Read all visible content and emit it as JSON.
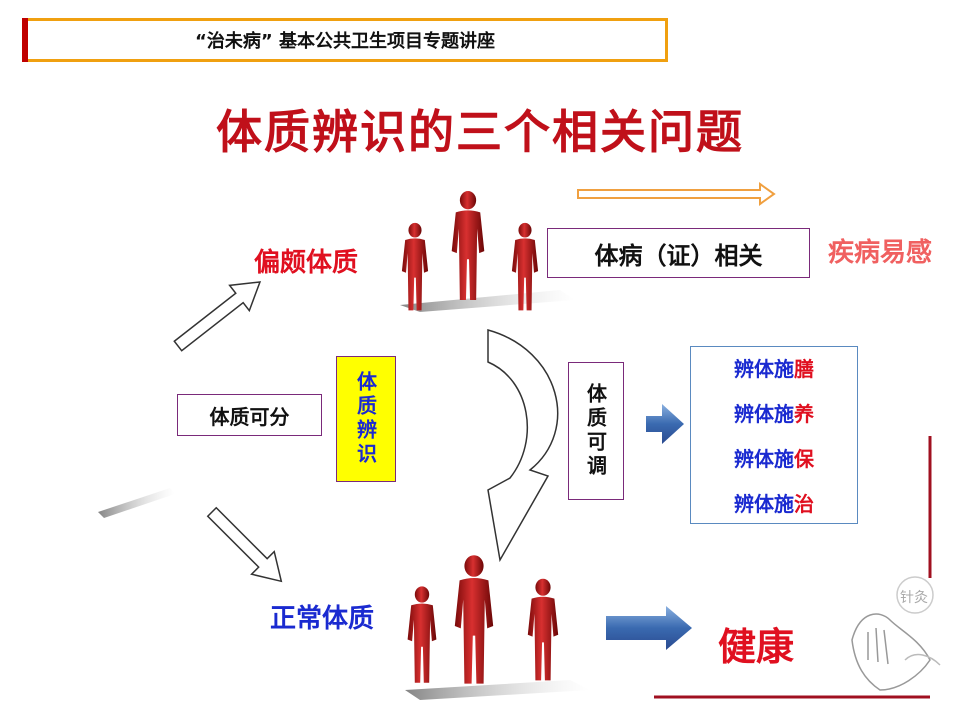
{
  "header": {
    "text": "“治未病” 基本公共卫生项目专题讲座"
  },
  "title": "体质辨识的三个相关问题",
  "labels": {
    "biased": "偏颇体质",
    "normal": "正常体质",
    "divisible": "体质可分",
    "identify": "体质辨识",
    "adjustable": "体质可调",
    "disease_related": "体病（证）相关",
    "susceptible": "疾病易感",
    "health": "健康"
  },
  "methods": [
    {
      "prefix": "辨体施",
      "suffix": "膳"
    },
    {
      "prefix": "辨体施",
      "suffix": "养"
    },
    {
      "prefix": "辨体施",
      "suffix": "保"
    },
    {
      "prefix": "辨体施",
      "suffix": "治"
    }
  ],
  "colors": {
    "title": "#c0101a",
    "red_text": "#e01020",
    "blue_text": "#1a2ad0",
    "header_border": "#f0a010",
    "identify_bg": "#ffff00",
    "figure": "#b01818",
    "arrow_blue": "#3a6ab0"
  },
  "decor": {
    "logo_glyphs": "针灸"
  }
}
